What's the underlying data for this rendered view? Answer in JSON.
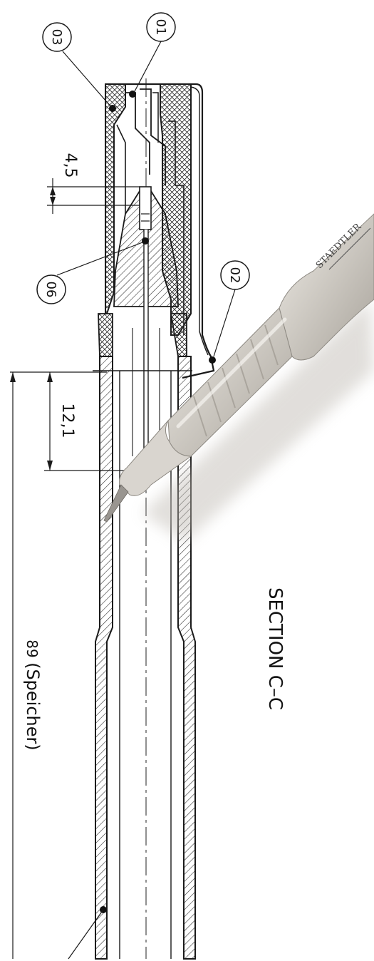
{
  "drawing": {
    "section_title": "SECTION  C–C",
    "dimensions": {
      "d1": "4,5",
      "d2": "12,1",
      "d3_value": "89",
      "d3_note": "(Speicher)"
    },
    "callouts": {
      "c01": "01",
      "c02": "02",
      "c03": "03",
      "c06": "06"
    }
  },
  "pen": {
    "brand_text": "STAEDTLER",
    "colors": {
      "body": "#cfcbc4",
      "shadow": "#a8a39b",
      "highlight": "#eeebe6",
      "tip": "#999590"
    }
  },
  "colors": {
    "line": "#1a1a1a",
    "hatch": "#333333",
    "background": "#ffffff"
  }
}
